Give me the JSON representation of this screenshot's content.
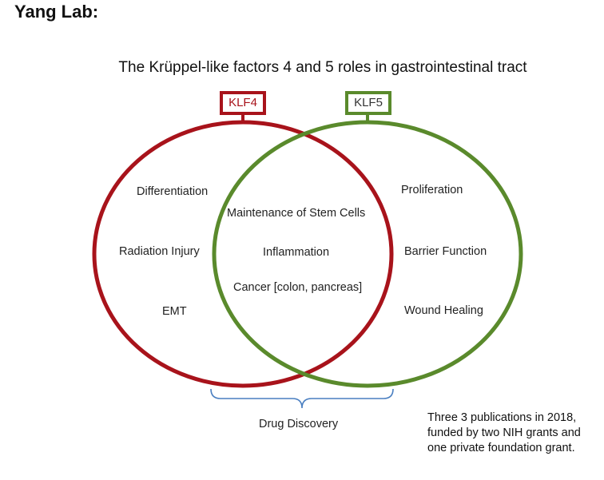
{
  "header": {
    "lab_title": "Yang Lab:"
  },
  "diagram": {
    "title": "The Krüppel-like factors 4 and 5 roles in gastrointestinal tract",
    "colors": {
      "klf4": "#a8131b",
      "klf5": "#5a8a2c",
      "bracket": "#4a7fc1"
    },
    "sets": {
      "klf4": {
        "label": "KLF4",
        "items": [
          "Differentiation",
          "Radiation Injury",
          "EMT"
        ]
      },
      "klf5": {
        "label": "KLF5",
        "items": [
          "Proliferation",
          "Barrier Function",
          "Wound Healing"
        ]
      },
      "shared": {
        "items": [
          "Maintenance of Stem Cells",
          "Inflammation",
          "Cancer [colon, pancreas]"
        ]
      }
    },
    "bracket_label": "Drug Discovery"
  },
  "note": {
    "text": "Three 3 publications in 2018, funded by two NIH grants and one  private foundation grant."
  }
}
